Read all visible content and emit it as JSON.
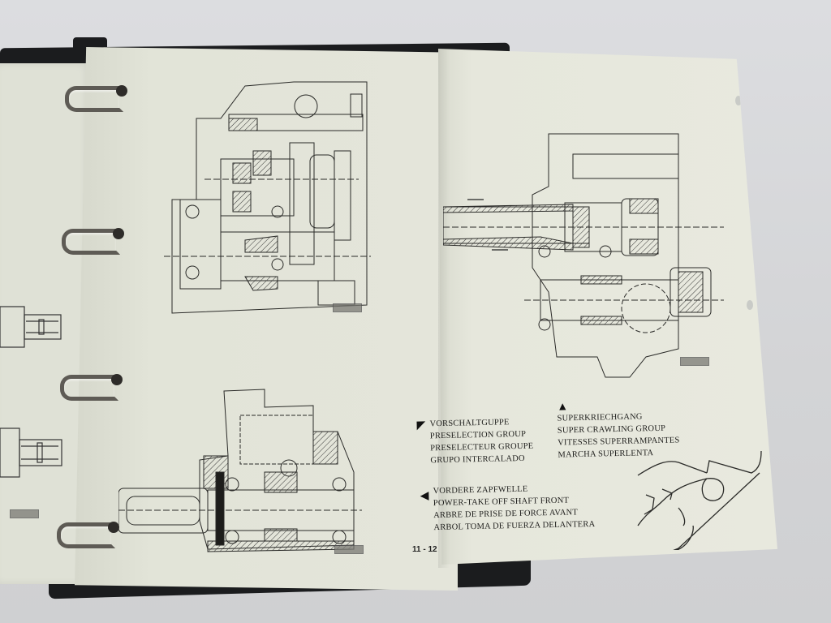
{
  "document": {
    "type": "service-manual-binder",
    "page_number": "11 - 12"
  },
  "captions": [
    {
      "id": "preselection-group",
      "arrow": "arrow-up-left",
      "lines": [
        "VORSCHALTGUPPE",
        "PRESELECTION GROUP",
        "PRESELECTEUR GROUPE",
        "GRUPO INTERCALADO"
      ]
    },
    {
      "id": "power-take-off-front",
      "arrow": "arrow-left",
      "lines": [
        "VORDERE ZAPFWELLE",
        "POWER-TAKE OFF SHAFT FRONT",
        "ARBRE DE PRISE DE FORCE AVANT",
        "ARBOL TOMA DE FUERZA DELANTERA"
      ]
    },
    {
      "id": "super-crawling-group",
      "arrow": "arrow-up",
      "lines": [
        "SUPERKRIECHGANG",
        "SUPER CRAWLING GROUP",
        "VITESSES SUPERRAMPANTES",
        "MARCHA SUPERLENTA"
      ]
    }
  ],
  "drawings": [
    {
      "id": "preselection-gearbox-section",
      "page": "left"
    },
    {
      "id": "front-pto-section",
      "page": "left"
    },
    {
      "id": "super-crawling-gearbox-section",
      "page": "right"
    },
    {
      "id": "page-turn-hand-illustration",
      "page": "right"
    }
  ],
  "colors": {
    "paper": "#e4e5da",
    "ink": "#1d1d1b",
    "binder": "#1b1c1e",
    "ring_metal": "#5e5b55",
    "background": "#d7d8da"
  }
}
